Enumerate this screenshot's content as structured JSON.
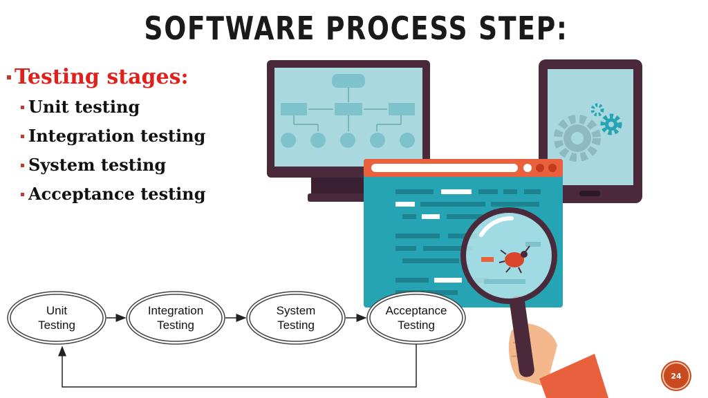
{
  "slide": {
    "title": "SOFTWARE PROCESS STEP:  TESTING",
    "main_bullet": "Testing stages:",
    "sub_bullets": [
      "Unit testing",
      "Integration testing",
      "System testing",
      "Acceptance testing"
    ],
    "page_number": "24"
  },
  "flow": {
    "nodes": [
      {
        "line1": "Unit",
        "line2": "Testing"
      },
      {
        "line1": "Integration",
        "line2": "Testing"
      },
      {
        "line1": "System",
        "line2": "Testing"
      },
      {
        "line1": "Acceptance",
        "line2": "Testing"
      }
    ]
  },
  "colors": {
    "title": "#1a1a1a",
    "main_bullet": "#e0201b",
    "bullet_marker": "#c0392b",
    "screen": "#a9d8de",
    "monitor_frame": "#4a2a3a",
    "browser_body": "#27a4b3",
    "browser_header": "#e8603c",
    "page_badge": "#c94a1e"
  },
  "icons": [
    "flowchart-screen-icon",
    "gear-icon",
    "bug-icon",
    "magnifier-icon",
    "hand-icon"
  ]
}
